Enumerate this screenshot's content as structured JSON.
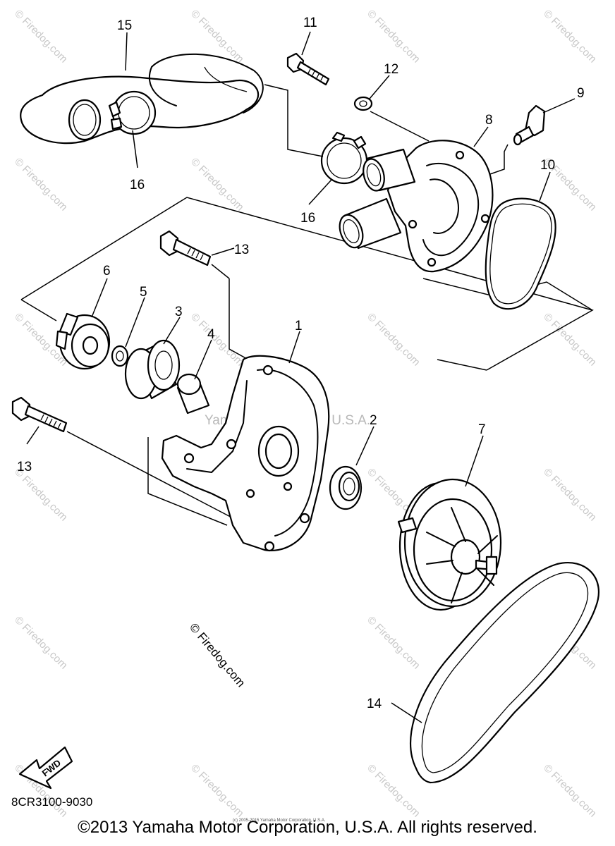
{
  "diagram": {
    "part_labels": [
      "1",
      "2",
      "3",
      "4",
      "5",
      "6",
      "7",
      "8",
      "9",
      "10",
      "11",
      "12",
      "13",
      "14",
      "15",
      "16"
    ],
    "callouts": {
      "c1": "1",
      "c2": "2",
      "c3": "3",
      "c4": "4",
      "c5": "5",
      "c6": "6",
      "c7": "7",
      "c8": "8",
      "c9": "9",
      "c10": "10",
      "c11": "11",
      "c12": "12",
      "c13a": "13",
      "c13b": "13",
      "c14": "14",
      "c15": "15",
      "c16a": "16",
      "c16b": "16"
    },
    "fwd_label": "FWD",
    "part_code": "8CR3100-9030"
  },
  "watermarks": {
    "firedog": "© Firedog.com",
    "center": "Yamaha Motor Corp, U.S.A.",
    "small": "(c) 2005-2015 Yamaha Motor Corporation, U.S.A."
  },
  "footer": {
    "copyright": "©2013 Yamaha Motor Corporation, U.S.A. All rights reserved."
  }
}
